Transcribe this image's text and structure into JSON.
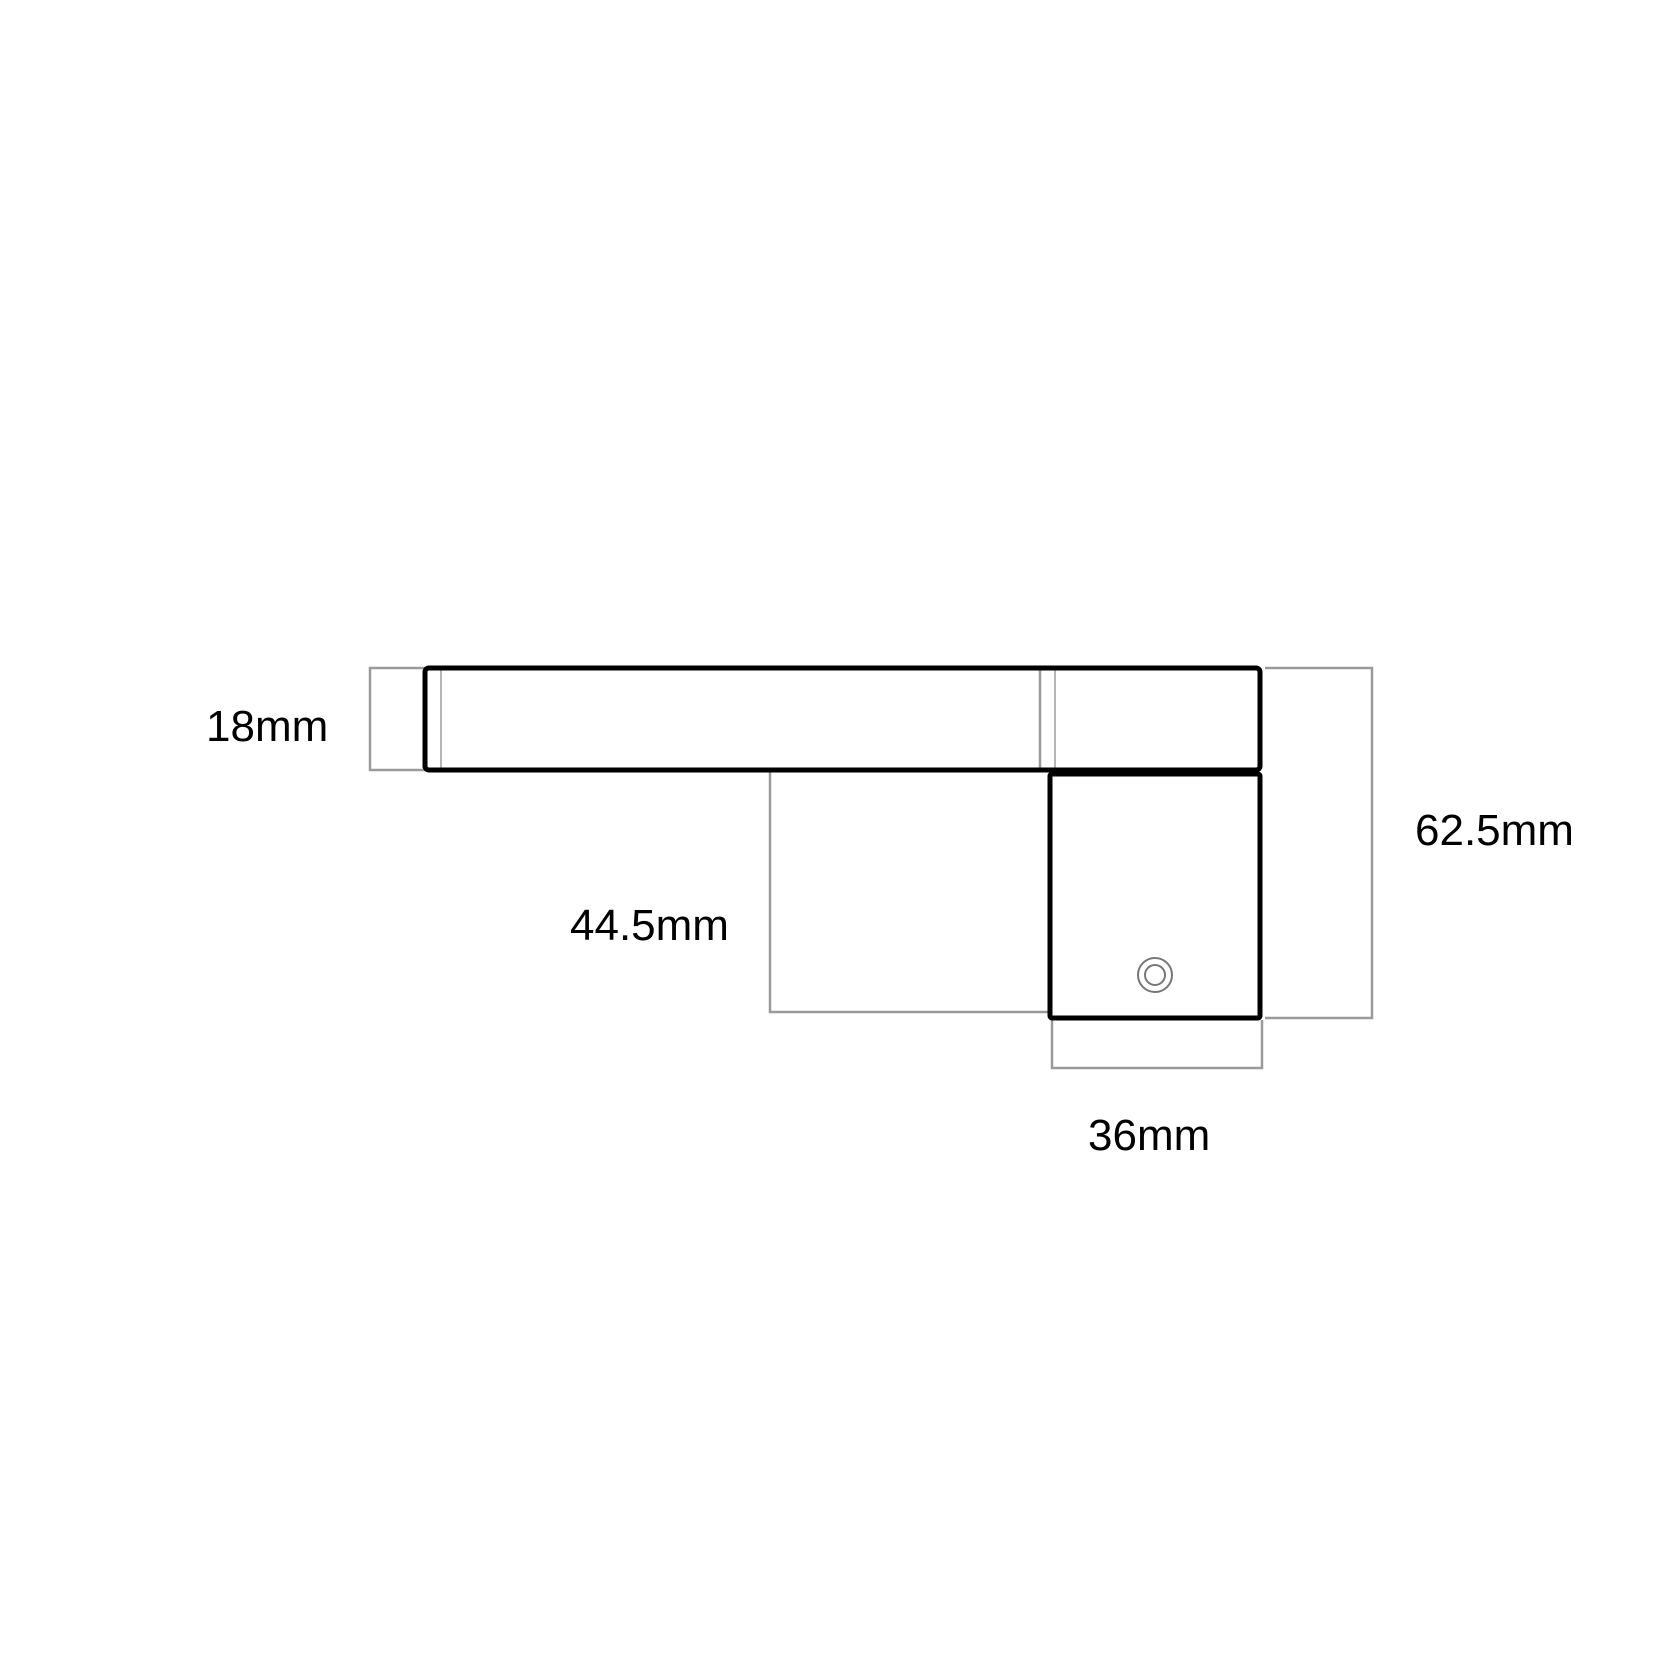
{
  "diagram": {
    "dimensions": {
      "thickness": "18mm",
      "total_height": "62.5mm",
      "block_height": "44.5mm",
      "block_width": "36mm"
    },
    "colors": {
      "outline": "#000000",
      "dimension_line": "#999999",
      "background": "#ffffff"
    }
  }
}
